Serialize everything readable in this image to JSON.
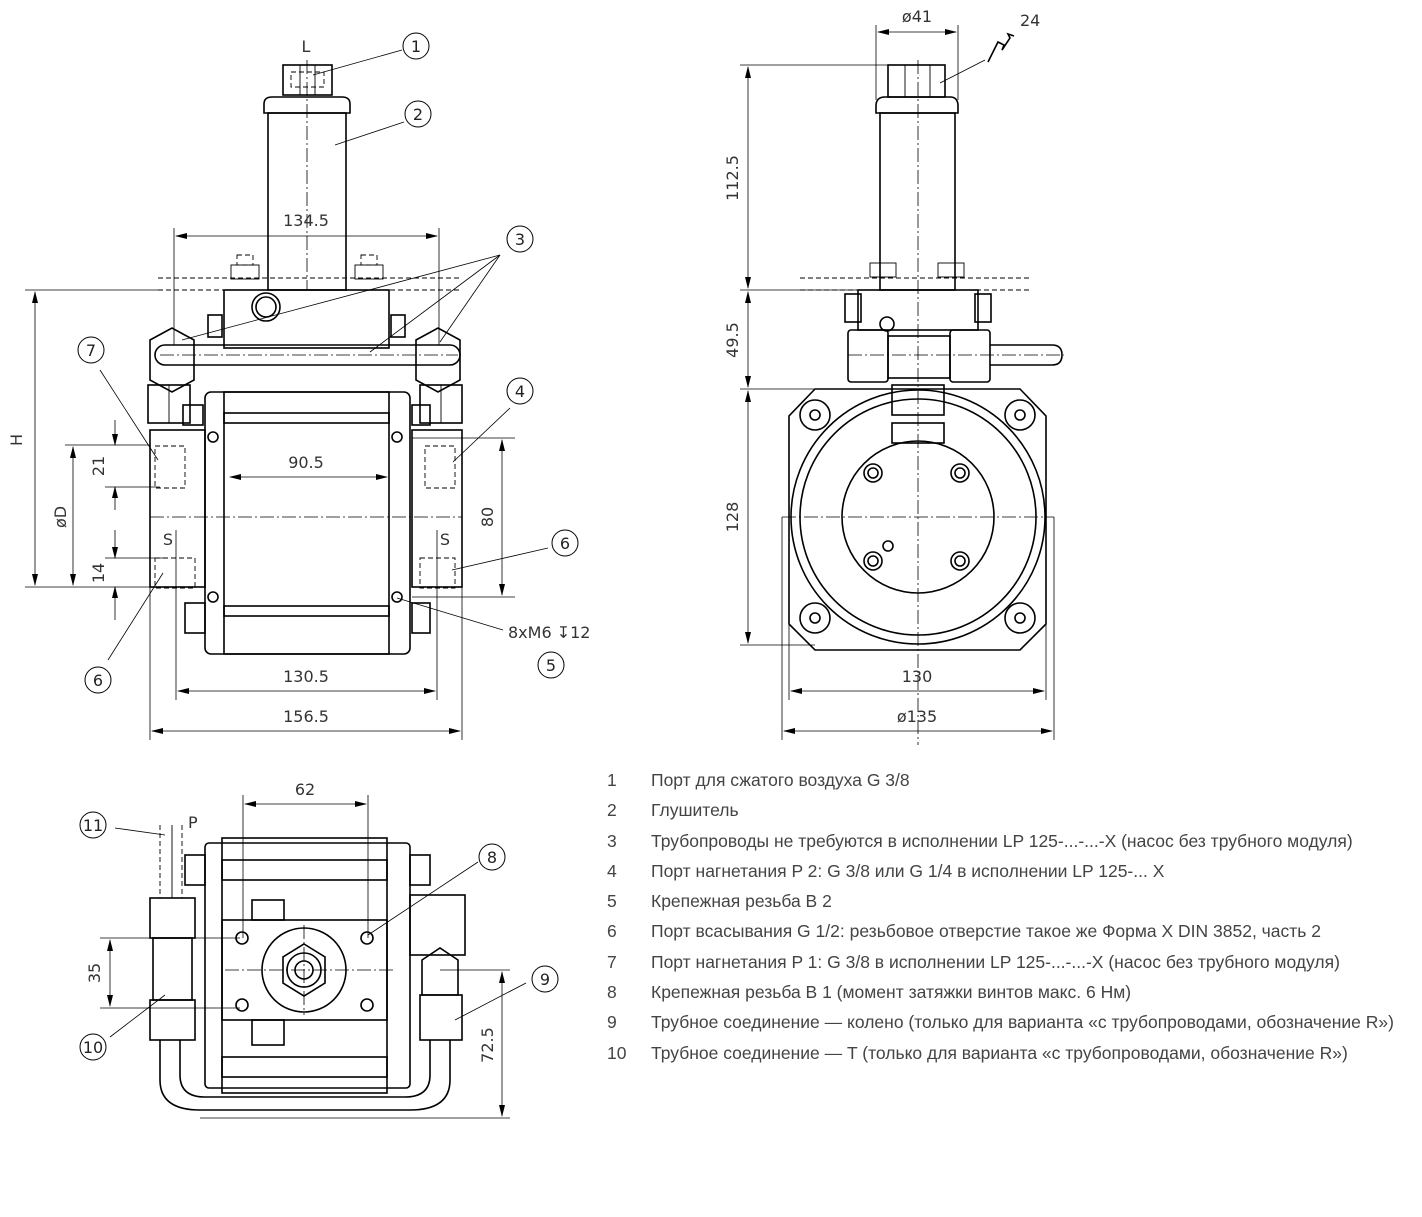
{
  "drawing": {
    "title": "LP 125 pump dimension drawing",
    "front_view": {
      "label_L": "L",
      "label_H": "H",
      "label_D": "øD",
      "label_S_left": "S",
      "label_S_right": "S",
      "dim_134_5": "134.5",
      "dim_90_5": "90.5",
      "dim_21": "21",
      "dim_14": "14",
      "dim_80": "80",
      "dim_130_5": "130.5",
      "dim_156_5": "156.5",
      "thread_note": "8xM6 ↧12",
      "bubbles": [
        "1",
        "2",
        "3",
        "4",
        "5",
        "6",
        "6",
        "7"
      ]
    },
    "side_view": {
      "dim_41": "ø41",
      "wrench_size": "24",
      "dim_112_5": "112.5",
      "dim_49_5": "49.5",
      "dim_128": "128",
      "dim_130": "130",
      "dim_135": "ø135"
    },
    "bottom_view": {
      "label_P": "P",
      "dim_62": "62",
      "dim_35": "35",
      "dim_72_5": "72.5",
      "bubbles": [
        "8",
        "9",
        "10",
        "11"
      ]
    }
  },
  "legend": [
    {
      "num": "1",
      "text": "Порт для сжатого воздуха G 3/8"
    },
    {
      "num": "2",
      "text": "Глушитель"
    },
    {
      "num": "3",
      "text": "Трубопроводы не требуются в исполнении LP 125-...-...-X (насос без трубного модуля)"
    },
    {
      "num": "4",
      "text": "Порт нагнетания P 2: G 3/8 или G 1/4 в исполнении LP 125-... X"
    },
    {
      "num": "5",
      "text": "Крепежная резьба B 2"
    },
    {
      "num": "6",
      "text": "Порт всасывания G 1/2: резьбовое отверстие такое же Форма X DIN 3852, часть 2"
    },
    {
      "num": "7",
      "text": "Порт нагнетания P 1: G 3/8 в исполнении LP 125-...-...-X (насос без трубного модуля)"
    },
    {
      "num": "8",
      "text": "Крепежная резьба B 1 (момент затяжки винтов макс. 6 Нм)"
    },
    {
      "num": "9",
      "text": "Трубное соединение — колено (только для варианта «с трубопроводами, обозначение R»)"
    },
    {
      "num": "10",
      "text": "Трубное соединение — T (только для варианта «с трубопроводами, обозначе­ние R»)"
    }
  ]
}
